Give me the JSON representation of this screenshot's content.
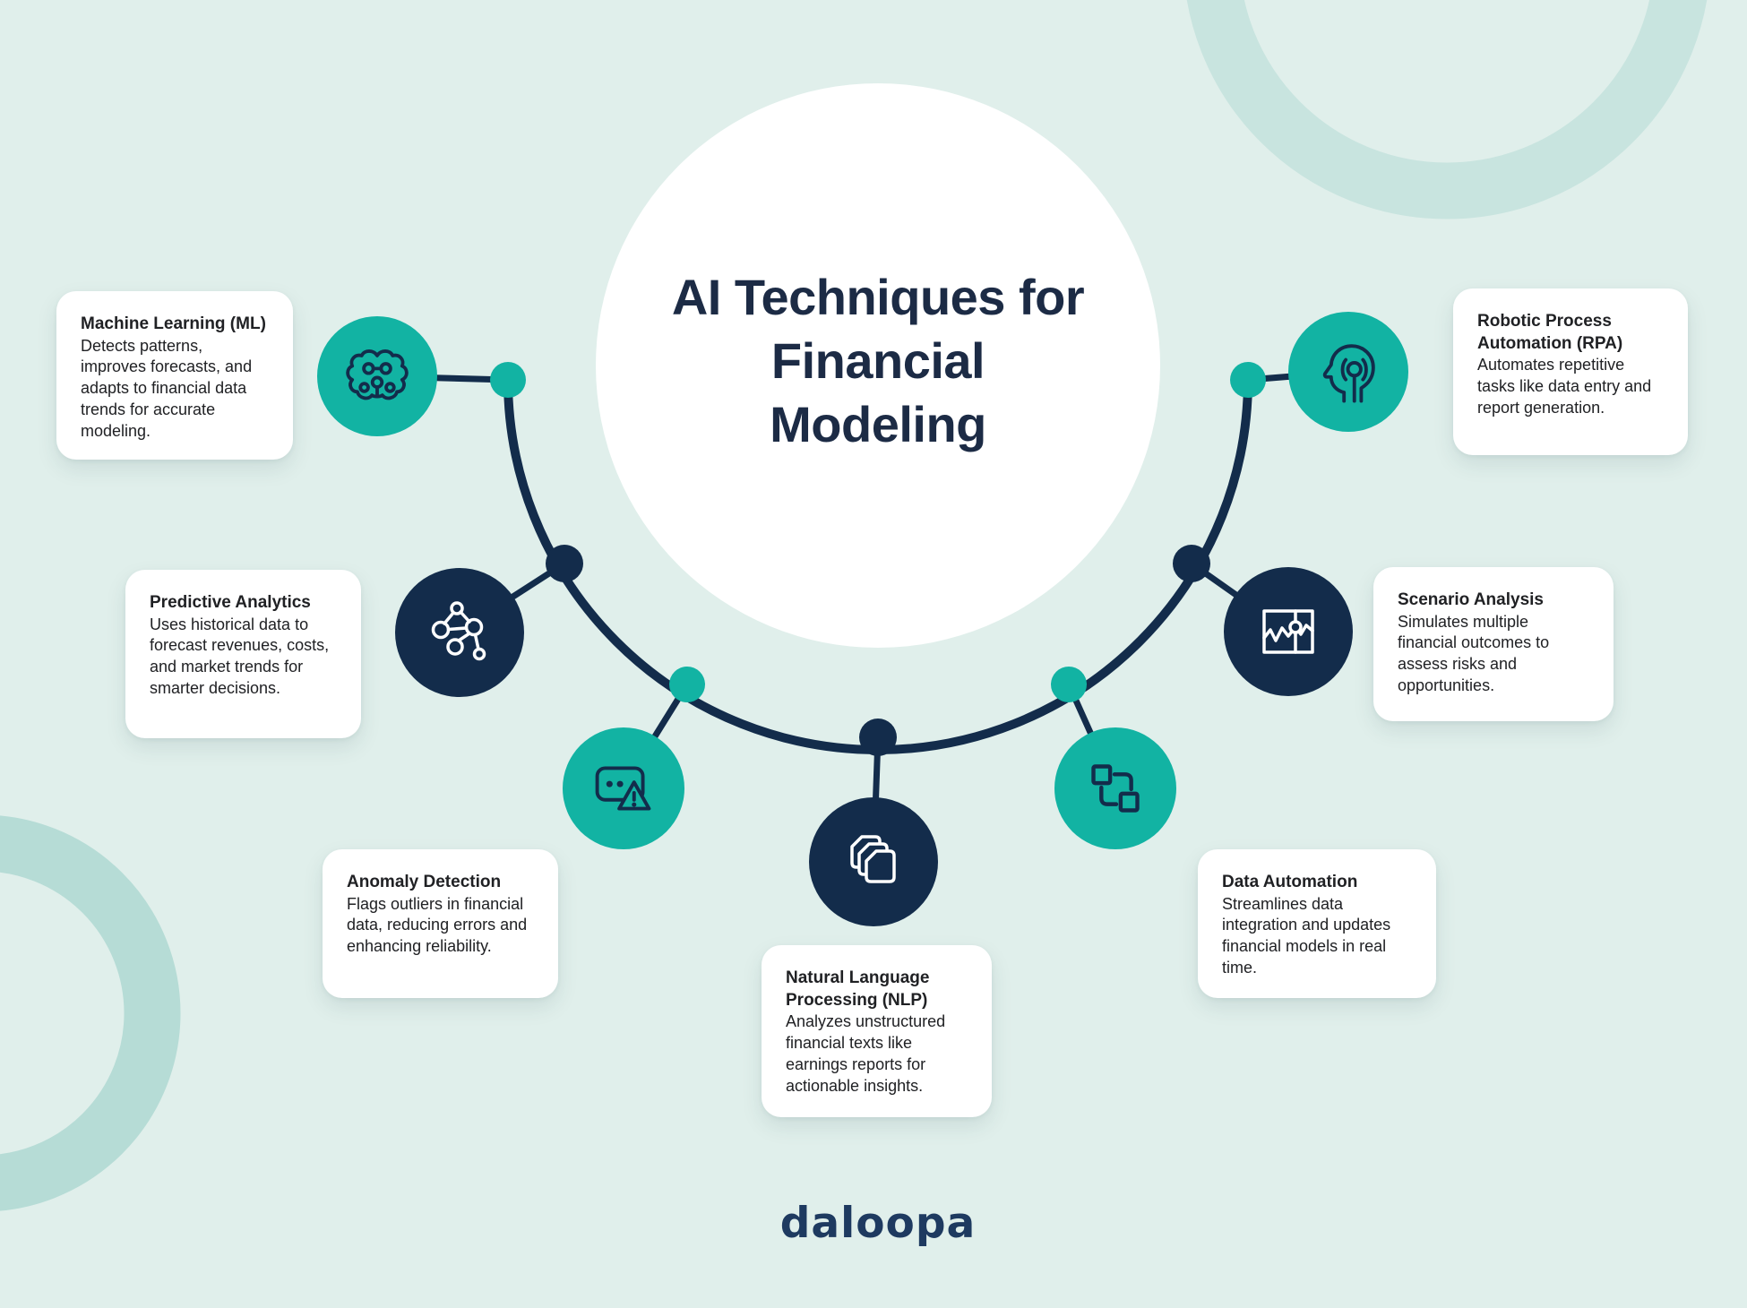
{
  "title": "AI Techniques for Financial Modeling",
  "logo": "daloopa",
  "colors": {
    "background": "#e0efeb",
    "teal": "#12b3a3",
    "navy": "#132c4b",
    "card_background": "#ffffff",
    "title_text": "#1c2b45",
    "card_text": "#202124",
    "logo_text": "#1e3a60",
    "ring_top_right": "#c8e4df",
    "ring_bottom_left": "#b6dcd6"
  },
  "items": [
    {
      "id": "machine-learning",
      "icon": "brain-icon",
      "circle_color": "teal",
      "title": "Machine Learning (ML)",
      "description": "Detects patterns, improves forecasts, and adapts to financial data trends for accurate modeling."
    },
    {
      "id": "predictive-analytics",
      "icon": "network-graph-icon",
      "circle_color": "navy",
      "title": "Predictive Analytics",
      "description": "Uses historical data to forecast revenues, costs, and market trends for smarter decisions."
    },
    {
      "id": "anomaly-detection",
      "icon": "alert-message-icon",
      "circle_color": "teal",
      "title": "Anomaly Detection",
      "description": "Flags outliers in financial data, reducing errors and enhancing reliability."
    },
    {
      "id": "natural-language-processing",
      "icon": "stacked-documents-icon",
      "circle_color": "navy",
      "title": "Natural Language Processing (NLP)",
      "description": "Analyzes unstructured financial texts like earnings reports for actionable insights."
    },
    {
      "id": "data-automation",
      "icon": "sync-squares-icon",
      "circle_color": "teal",
      "title": "Data Automation",
      "description": "Streamlines data integration and updates financial models in real time."
    },
    {
      "id": "scenario-analysis",
      "icon": "line-chart-icon",
      "circle_color": "navy",
      "title": "Scenario Analysis",
      "description": "Simulates multiple financial outcomes to assess risks and opportunities."
    },
    {
      "id": "robotic-process-automation",
      "icon": "head-signal-icon",
      "circle_color": "teal",
      "title": "Robotic Process Automation (RPA)",
      "description": "Automates repetitive tasks like data entry and report generation."
    }
  ]
}
